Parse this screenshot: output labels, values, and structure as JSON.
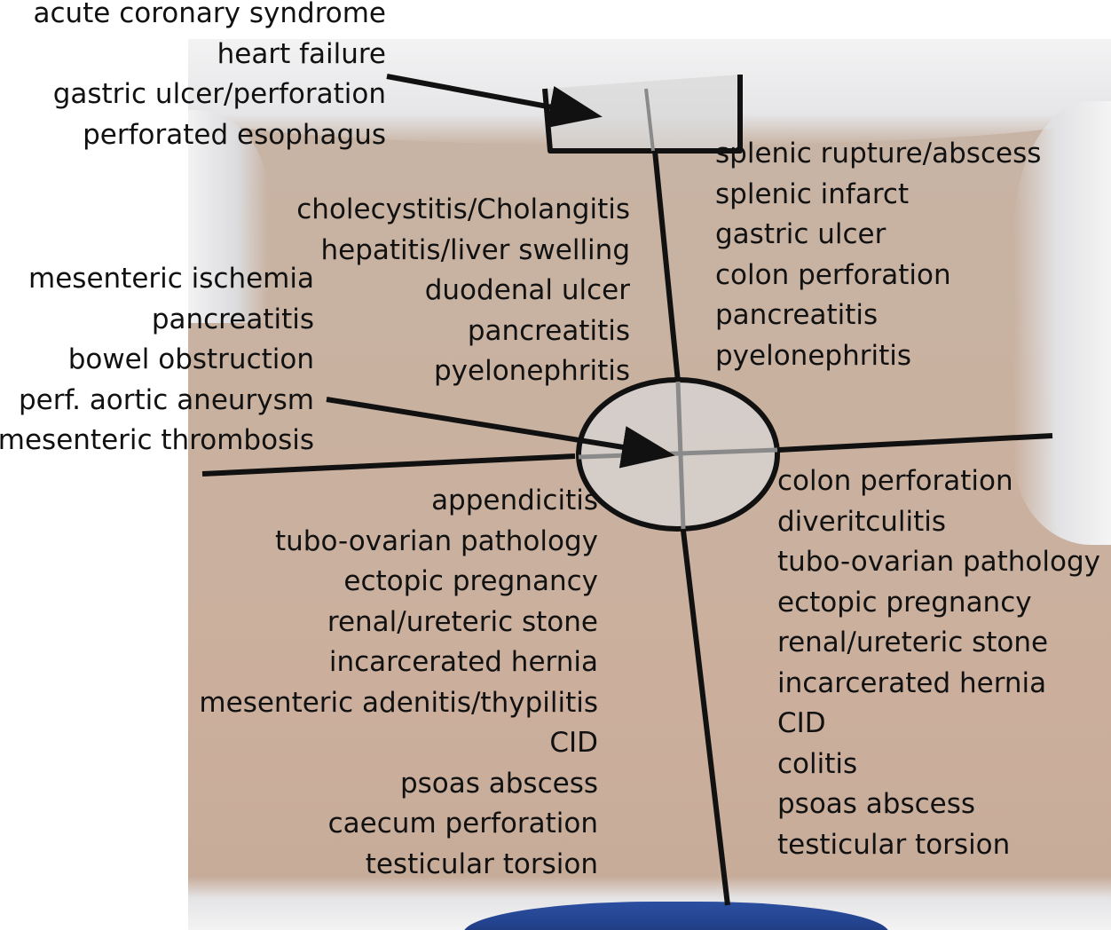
{
  "colors": {
    "line": "#111111",
    "region_fill": "#d6d6d6",
    "text": "#111111",
    "skin": "#c9b1a0",
    "cloth": "#eeeeef",
    "waistband": "#24448f"
  },
  "labels": {
    "epigastric": [
      "acute coronary syndrome",
      "heart failure",
      "gastric ulcer/perforation",
      "perforated esophagus"
    ],
    "right_upper_quadrant": [
      "cholecystitis/Cholangitis",
      "hepatitis/liver swelling",
      "duodenal ulcer",
      "pancreatitis",
      "pyelonephritis"
    ],
    "left_upper_quadrant": [
      "splenic rupture/abscess",
      "splenic infarct",
      "gastric ulcer",
      "colon perforation",
      "pancreatitis",
      "pyelonephritis"
    ],
    "periumbilical": [
      "mesenteric ischemia",
      "pancreatitis",
      "bowel obstruction",
      "perf. aortic aneurysm",
      "mesenteric thrombosis"
    ],
    "right_lower_quadrant": [
      "appendicitis",
      "tubo-ovarian pathology",
      "ectopic pregnancy",
      "renal/ureteric stone",
      "incarcerated hernia",
      "mesenteric adenitis/thypilitis",
      "CID",
      "psoas abscess",
      "caecum perforation",
      "testicular torsion"
    ],
    "left_lower_quadrant": [
      "colon perforation",
      "diveritculitis",
      "tubo-ovarian pathology",
      "ectopic pregnancy",
      "renal/ureteric stone",
      "incarcerated hernia",
      "CID",
      "colitis",
      "psoas abscess",
      "testicular torsion"
    ]
  }
}
